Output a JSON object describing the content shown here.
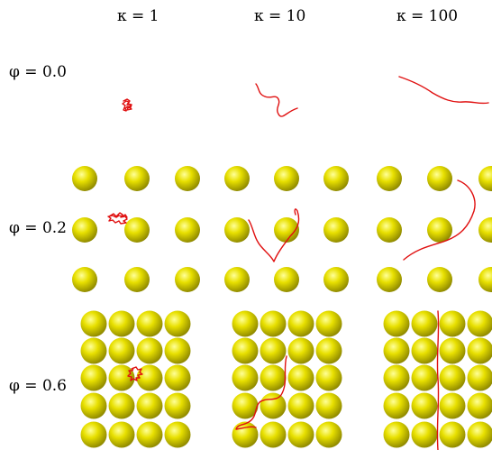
{
  "column_labels": [
    "κ = 1",
    "κ = 10",
    "κ = 100"
  ],
  "row_labels": [
    "φ = 0.0",
    "φ = 0.2",
    "φ = 0.6"
  ],
  "colors": {
    "sphere_fill": "#e8e000",
    "sphere_highlight": "#ffff99",
    "sphere_shadow": "#8a8400",
    "chain": "#e01010"
  }
}
